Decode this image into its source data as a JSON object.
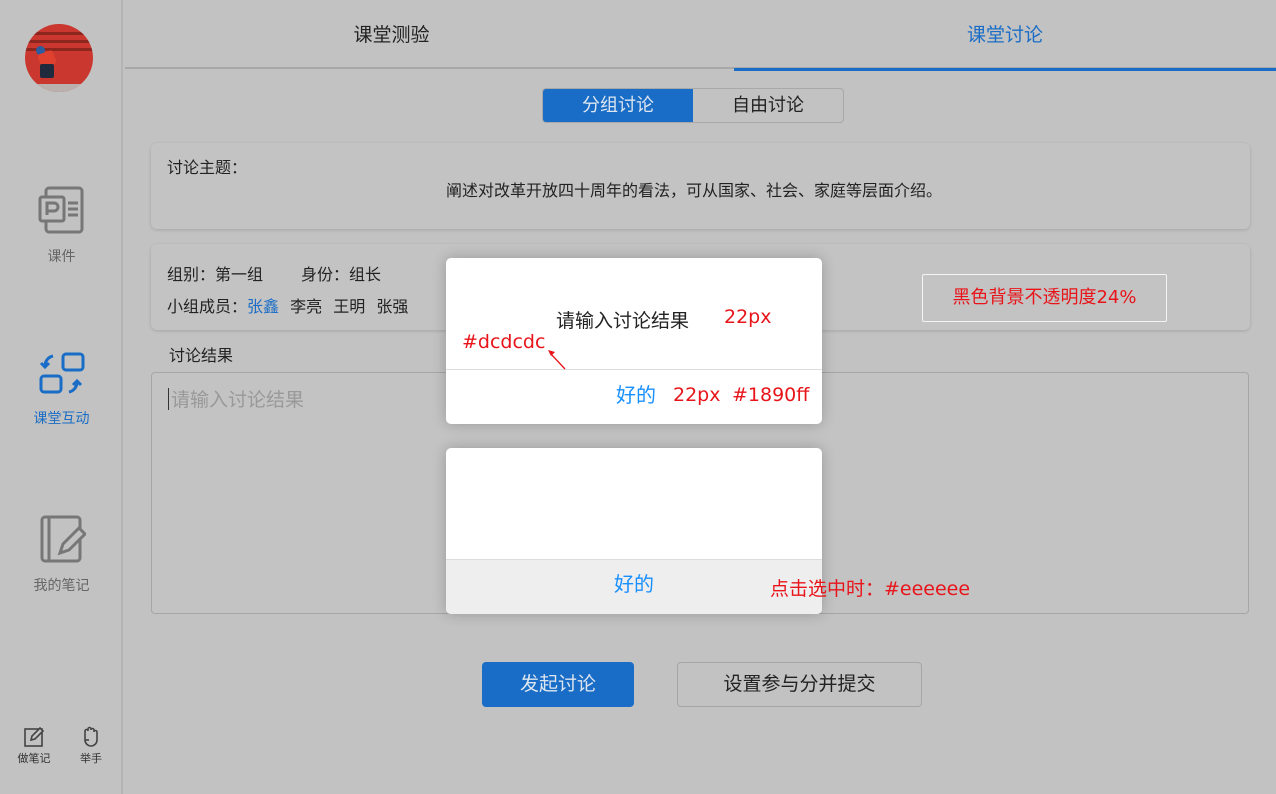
{
  "sidebar": {
    "avatar_alt": "user avatar",
    "items": [
      {
        "label": "课件",
        "icon": "ppt-courseware-icon",
        "active": false
      },
      {
        "label": "课堂互动",
        "icon": "interaction-swap-icon",
        "active": true
      },
      {
        "label": "我的笔记",
        "icon": "notebook-pen-icon",
        "active": false
      }
    ],
    "tools": [
      {
        "label": "做笔记",
        "icon": "edit-note-icon"
      },
      {
        "label": "举手",
        "icon": "raise-hand-icon"
      }
    ]
  },
  "tabs": [
    {
      "label": "课堂测验",
      "active": false
    },
    {
      "label": "课堂讨论",
      "active": true
    }
  ],
  "segmented": [
    {
      "label": "分组讨论",
      "active": true
    },
    {
      "label": "自由讨论",
      "active": false
    }
  ],
  "topic": {
    "label": "讨论主题：",
    "text": "阐述对改革开放四十周年的看法，可从国家、社会、家庭等层面介绍。"
  },
  "group": {
    "group_label": "组别：第一组",
    "role_label": "身份：组长",
    "members_label": "小组成员：",
    "members": [
      "张鑫",
      "李亮",
      "王明",
      "张强"
    ]
  },
  "result": {
    "label": "讨论结果",
    "placeholder": "请输入讨论结果"
  },
  "buttons": {
    "start": "发起讨论",
    "settings": "设置参与分并提交"
  },
  "dialog1": {
    "title": "请输入讨论结果",
    "ok": "好的"
  },
  "dialog2": {
    "ok": "好的"
  },
  "annotations": {
    "title_size": "22px",
    "divider_color": "#dcdcdc",
    "ok_size": "22px",
    "ok_color": "#1890ff",
    "pressed_state": "点击选中时：#eeeeee",
    "overlay_note": "黑色背景不透明度24%"
  },
  "colors": {
    "accent": "#1a6dc6",
    "dialog_button": "#1890ff",
    "divider": "#dcdcdc",
    "pressed": "#eeeeee",
    "annotation": "#e8141a"
  }
}
